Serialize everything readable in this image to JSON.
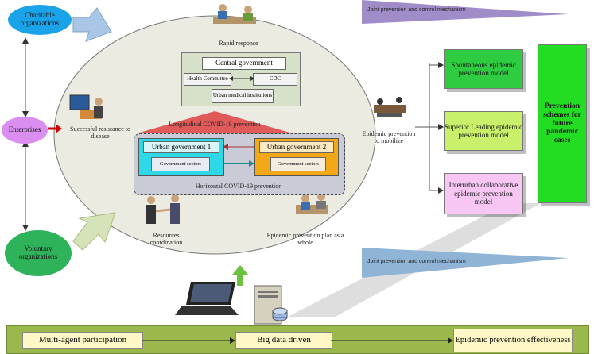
{
  "left_actors": {
    "charitable": "Charitable organizations",
    "enterprises": "Enterprises",
    "voluntary": "Voluntary organizations"
  },
  "center": {
    "rapid_response": "Rapid response",
    "successful_resistance": "Successful resistance to disease",
    "central_government": "Central government",
    "health_committee": "Health Committee",
    "cdc": "CDC",
    "urban_medical": "Urban medical institutions",
    "longitudinal": "Longitudinal COVID-19 prevention",
    "urban_gov_1": "Urban government 1",
    "urban_gov_2": "Urban government 2",
    "gov_sectors_1": "Government sectors",
    "gov_sectors_2": "Government sectors",
    "horizontal": "Horizontal COVID-19 prevention",
    "resources": "Resources coordination",
    "plan_whole": "Epidemic prevention plan as a whole",
    "mobilize": "Epidemic prevention to mobilize"
  },
  "right": {
    "mechanism_top": "Joint prevention and control mechanism",
    "mechanism_bottom": "Joint prevention and control mechanism",
    "spontaneous": "Spontaneous epidemic prevention model",
    "superior": "Superior Leading epidemic prevention model",
    "interurban": "Interurban collaborative epidemic prevention model",
    "schemes": "Prevention schemes for future pandemic cases"
  },
  "bottom": {
    "multi_agent": "Multi-agent participation",
    "big_data": "Big data driven",
    "effectiveness": "Epidemic prevention effectiveness"
  },
  "colors": {
    "ellipse": "#ecebe2",
    "charitable": "#1aa3e8",
    "enterprises": "#d98ef0",
    "voluntary": "#2fb35a",
    "spontaneous": "#2ecc40",
    "superior": "#c9f06a",
    "interurban": "#f7c6f2",
    "schemes": "#22dd22",
    "bottom_bar": "#9ab84c"
  }
}
